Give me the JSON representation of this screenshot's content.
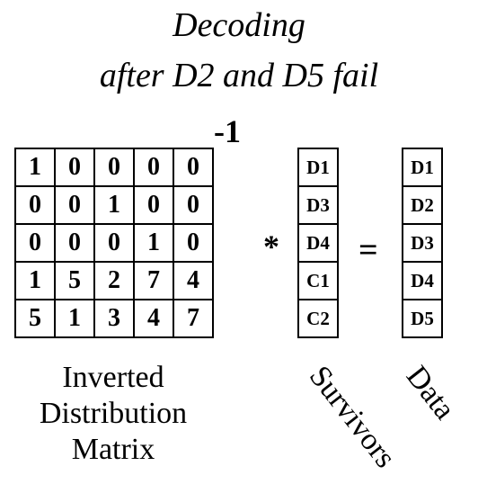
{
  "title": {
    "line1": "Decoding",
    "line2": "after D2 and D5 fail"
  },
  "inverse_marker": "-1",
  "matrix": [
    [
      "1",
      "0",
      "0",
      "0",
      "0"
    ],
    [
      "0",
      "0",
      "1",
      "0",
      "0"
    ],
    [
      "0",
      "0",
      "0",
      "1",
      "0"
    ],
    [
      "1",
      "5",
      "2",
      "7",
      "4"
    ],
    [
      "5",
      "1",
      "3",
      "4",
      "7"
    ]
  ],
  "operators": {
    "multiply": "*",
    "equals": "="
  },
  "survivors": [
    "D1",
    "D3",
    "D4",
    "C1",
    "C2"
  ],
  "data": [
    "D1",
    "D2",
    "D3",
    "D4",
    "D5"
  ],
  "captions": {
    "matrix": [
      "Inverted",
      "Distribution",
      "Matrix"
    ],
    "survivors": "Survivors",
    "data": "Data"
  }
}
